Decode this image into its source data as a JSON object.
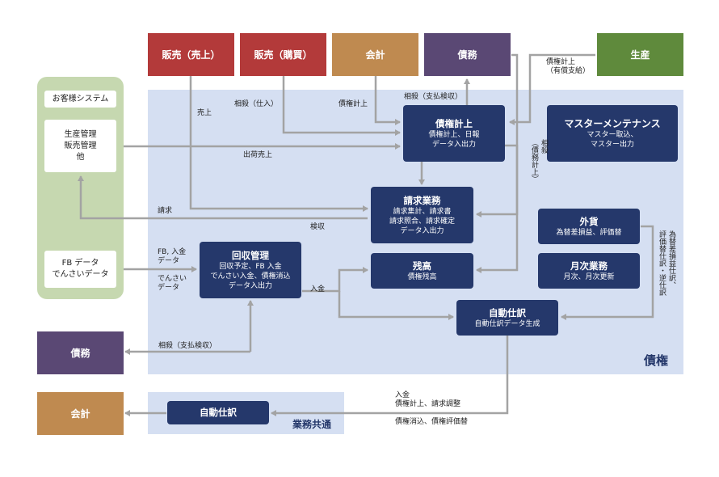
{
  "external": {
    "sales_uri": "販売（売上）",
    "sales_kobai": "販売（購買）",
    "kaikei_top": "会計",
    "saimu_top": "債務",
    "seisan": "生産",
    "saimu_bottom": "債務",
    "kaikei_bottom": "会計"
  },
  "customer": {
    "title": "お客様システム",
    "box1": "生産管理\n販売管理\n他",
    "box2": "FB データ\nでんさいデータ"
  },
  "region_labels": {
    "saiken": "債権",
    "gyomu_kyotsu": "業務共通"
  },
  "modules": {
    "saiken_keijo": {
      "title": "債権計上",
      "sub": "債権計上、日報\nデータ入出力"
    },
    "master": {
      "title": "マスターメンテナンス",
      "sub": "マスター取込、\nマスター出力"
    },
    "seikyu": {
      "title": "請求業務",
      "sub": "請求集計、請求書\n請求照合、請求確定\nデータ入出力"
    },
    "gaika": {
      "title": "外貨",
      "sub": "為替差損益、評価替"
    },
    "kaishu": {
      "title": "回収管理",
      "sub": "回収予定、FB 入金\nでんさい入金、債権消込\nデータ入出力"
    },
    "zandaka": {
      "title": "残高",
      "sub": "債権残高"
    },
    "getsuji": {
      "title": "月次業務",
      "sub": "月次、月次更新"
    },
    "jido_shiwake": {
      "title": "自動仕訳",
      "sub": "自動仕訳データ生成"
    },
    "jido_shiwake_common": {
      "title": "自動仕訳"
    }
  },
  "flow_labels": {
    "uriage": "売上",
    "sosai_shiire": "相殺（仕入）",
    "saiken_keijo": "債権計上",
    "sosai_shiharai_top": "相殺（支払検収）",
    "saiken_keijo_yusho": "債権計上\n（有償支給）",
    "shukka_uriage": "出荷売上",
    "sosai_saimu_keijo": "相殺\n（債務計上）",
    "seikyu": "請求",
    "kenshu": "検収",
    "fb_nyukin": "FB, 入金\nデータ",
    "densai": "でんさい\nデータ",
    "nyukin": "入金",
    "kawase": "為替差損益仕訳、\n評価替仕訳・逆仕訳",
    "sosai_shiharai_bottom": "相殺（支払検収）",
    "bottom_block1": "入金\n債権計上、請求調整",
    "bottom_block2": "債権消込、債権評価替"
  },
  "colors": {
    "arrow": "#a3a3a3",
    "saiken_bg": "#d5dff2",
    "customer_bg": "#c6d8b0",
    "navy": "#25386b"
  }
}
